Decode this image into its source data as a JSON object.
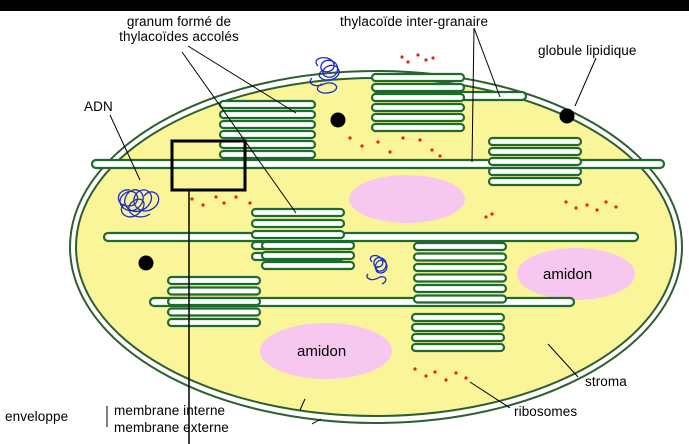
{
  "labels": {
    "granum_line1": "granum formé de",
    "granum_line2": "thylacoïdes accolés",
    "thylakoid_inter": "thylacoïde inter-granaire",
    "lipid_globule": "globule lipidique",
    "dna": "ADN",
    "stroma": "stroma",
    "ribosomes": "ribosomes",
    "envelope": "enveloppe",
    "inner_membrane": "membrane interne",
    "outer_membrane": "membrane externe",
    "starch_1": "amidon",
    "starch_2": "amidon"
  },
  "colors": {
    "cytoplasm_fill": "#fbf59a",
    "outline": "#2f5f2f",
    "thylakoid_fill": "#ffffff",
    "thylakoid_stroke": "#1e6b2e",
    "starch_fill": "#f6c8ef",
    "ribosome": "#e0231b",
    "lipid": "#000000",
    "dna": "#1b2cc9"
  }
}
